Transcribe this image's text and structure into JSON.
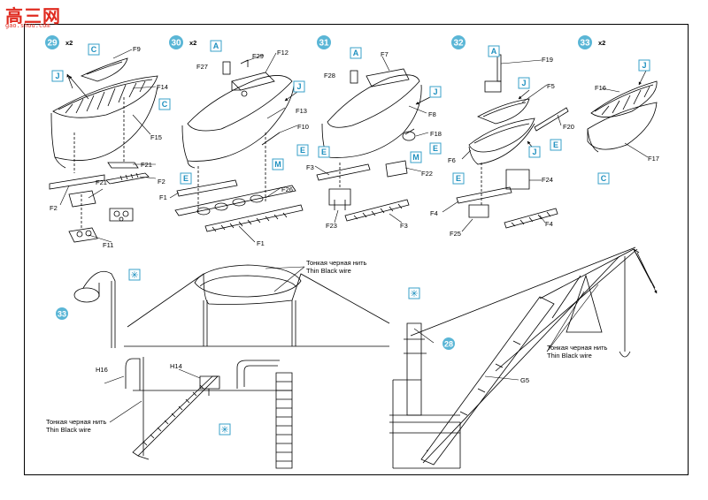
{
  "watermark": {
    "chars": "高三网",
    "url": "gao.shou.com"
  },
  "steps": [
    {
      "num": "29",
      "qty": "x2"
    },
    {
      "num": "30",
      "qty": "x2"
    },
    {
      "num": "31",
      "qty": ""
    },
    {
      "num": "32",
      "qty": ""
    },
    {
      "num": "33",
      "qty": "x2"
    }
  ],
  "refs": {
    "r33": "33",
    "r28": "28"
  },
  "letters": {
    "A": "A",
    "C": "C",
    "J": "J",
    "E": "E",
    "M": "M"
  },
  "asterisk": "✳",
  "parts": {
    "F1": "F1",
    "F2": "F2",
    "F3": "F3",
    "F4": "F4",
    "F5": "F5",
    "F6": "F6",
    "F7": "F7",
    "F8": "F8",
    "F9": "F9",
    "F10": "F10",
    "F11": "F11",
    "F12": "F12",
    "F13": "F13",
    "F14": "F14",
    "F15": "F15",
    "F16": "F16",
    "F17": "F17",
    "F18": "F18",
    "F19": "F19",
    "F20": "F20",
    "F21": "F21",
    "F22": "F22",
    "F23": "F23",
    "F24": "F24",
    "F25": "F25",
    "F26": "F26",
    "F27": "F27",
    "F28": "F28",
    "F29": "F29",
    "G5": "G5",
    "H14": "H14",
    "H16": "H16"
  },
  "wire": {
    "ru": "Тонкая черная нить",
    "en": "Thin Black wire"
  }
}
